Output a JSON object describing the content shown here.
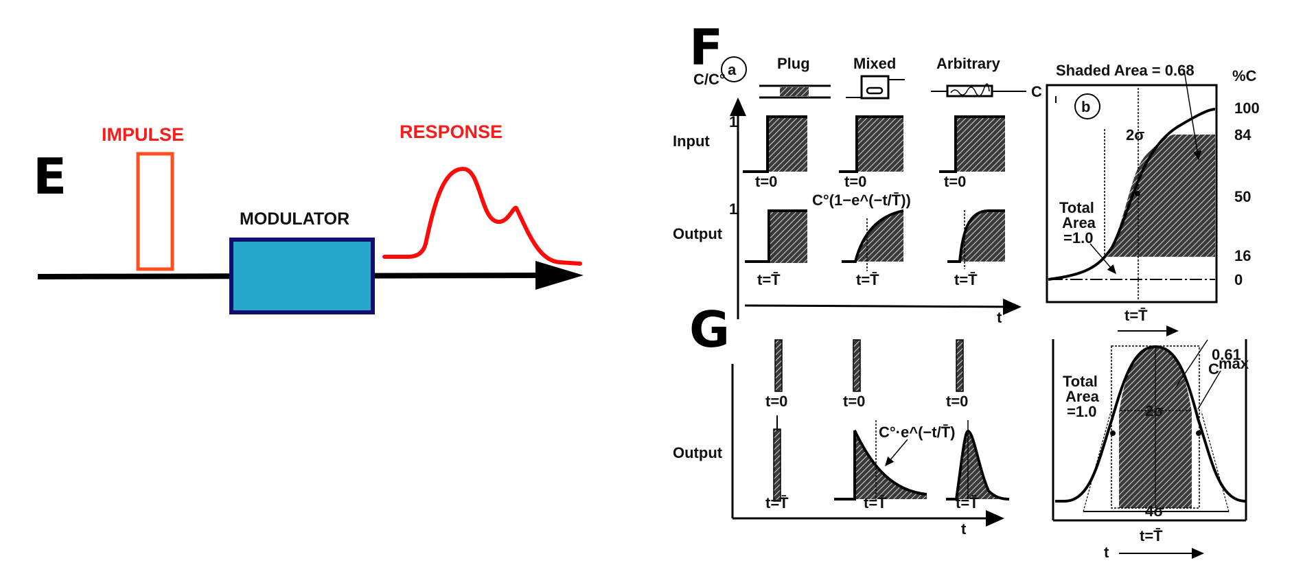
{
  "panel_e": {
    "letter": "E",
    "impulse_label": "IMPULSE",
    "modulator_label": "MODULATOR",
    "response_label": "RESPONSE",
    "colors": {
      "impulse": "#ff4f1f",
      "response": "#ff0a0a",
      "modulator_fill": "#27a6cb",
      "modulator_border": "#10106a",
      "axis": "#000000"
    }
  },
  "panel_f": {
    "letter": "F",
    "sub_a": "a",
    "sub_b": "b",
    "columns": [
      "Plug",
      "Mixed",
      "Arbitrary"
    ],
    "y_axis_label": "C/C°",
    "tick_one": "1",
    "row_input": "Input",
    "row_output": "Output",
    "t0": "t=0",
    "tbar": "t=T̄",
    "t_axis": "t",
    "mixed_formula": "C°(1−e^(−t/T̄))",
    "outlet_label": "C",
    "shaded_area": "Shaded Area = 0.68",
    "pct_axis": "%C",
    "pct_ticks": [
      "100",
      "84",
      "50",
      "16",
      "0"
    ],
    "two_sigma": "2σ",
    "total_area": [
      "Total",
      "Area",
      "=1.0"
    ]
  },
  "panel_g": {
    "letter": "G",
    "t0": "t=0",
    "tbar": "t=T̄",
    "row_output": "Output",
    "t_axis": "t",
    "mixed_formula": "C°·e^(−t/T̄)",
    "total_area": [
      "Total",
      "Area",
      "=1.0"
    ],
    "cmax_label": [
      "0.61",
      "C",
      "max"
    ],
    "two_sigma": "2σ",
    "four_sigma": "4σ"
  }
}
